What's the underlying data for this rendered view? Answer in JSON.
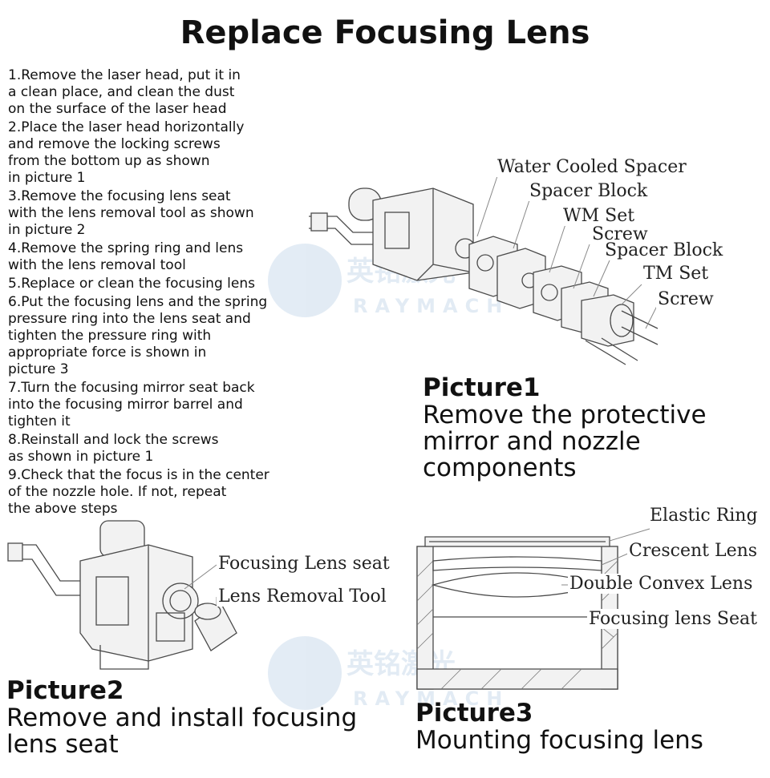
{
  "title": "Replace Focusing Lens",
  "steps": [
    [
      "1.Remove the laser head, put it in",
      "a clean place, and clean the dust",
      "on the surface of the laser head"
    ],
    [
      "2.Place the laser head horizontally",
      "and remove the locking screws",
      "from the bottom up as shown",
      "in picture 1"
    ],
    [
      "3.Remove the focusing lens seat",
      "with the lens removal tool as shown",
      "in picture 2"
    ],
    [
      "4.Remove the spring ring and lens",
      "with the lens removal tool"
    ],
    [
      "5.Replace or clean the focusing lens"
    ],
    [
      "6.Put the focusing lens and the spring",
      "pressure ring into the lens seat and",
      "tighten the pressure ring with",
      "appropriate  force is shown in",
      "picture 3"
    ],
    [
      "7.Turn the focusing mirror seat back",
      "into the focusing mirror barrel and",
      "tighten it"
    ],
    [
      "8.Reinstall and lock the screws",
      "as shown in picture 1"
    ],
    [
      "9.Check that the focus is in the center",
      "of the nozzle hole.  If not, repeat",
      " the above steps"
    ]
  ],
  "picture1": {
    "heading": "Picture1",
    "caption_lines": [
      "Remove the protective",
      "mirror and nozzle",
      "components"
    ],
    "labels": {
      "water_cooled_spacer": "Water Cooled Spacer",
      "spacer_block_1": "Spacer Block",
      "wm_set": "WM Set",
      "screw_1": "Screw",
      "spacer_block_2": "Spacer Block",
      "tm_set": "TM Set",
      "screw_2": "Screw"
    }
  },
  "picture2": {
    "heading": "Picture2",
    "caption_lines": [
      "Remove and install focusing",
      "lens seat"
    ],
    "labels": {
      "focusing_lens_seat": "Focusing Lens seat",
      "lens_removal_tool": "Lens Removal Tool"
    }
  },
  "picture3": {
    "heading": "Picture3",
    "caption_lines": [
      "Mounting focusing lens"
    ],
    "labels": {
      "elastic_ring": "Elastic Ring",
      "crescent_lens": "Crescent Lens",
      "double_convex_lens": "Double Convex Lens",
      "focusing_lens_seat": "Focusing lens Seat"
    }
  },
  "watermark": {
    "cn": "英铭激光",
    "en": "RAYMACH",
    "color": "#2a6fb0"
  }
}
